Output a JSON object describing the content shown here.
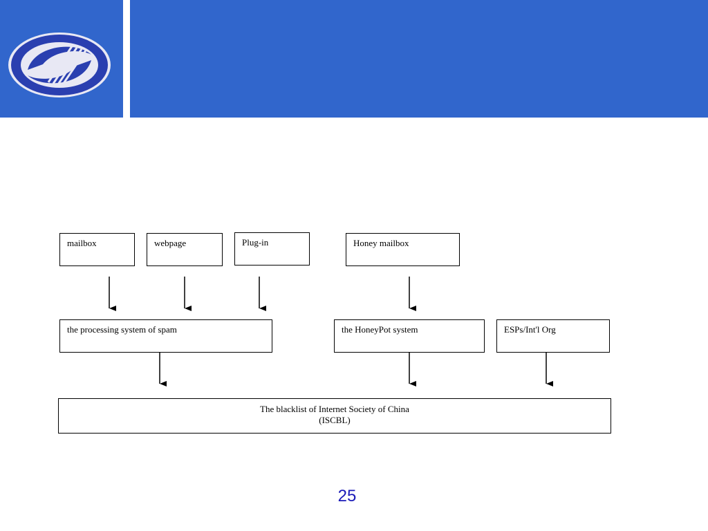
{
  "colors": {
    "header_blue": "#3166cc",
    "logo_ring": "#2a3fb0",
    "page_number": "#1a1ab8",
    "border": "#000000"
  },
  "header": {
    "logo_icon": "isc-logo-icon"
  },
  "diagram": {
    "sources": {
      "mailbox": "mailbox",
      "webpage": "webpage",
      "plugin": "Plug-in",
      "honey_mailbox": "Honey mailbox"
    },
    "systems": {
      "processing": "the processing system of spam",
      "honeypot": "the HoneyPot system",
      "esps": "ESPs/Int'l Org"
    },
    "blacklist": {
      "line1": "The blacklist of Internet Society of China",
      "line2": "(ISCBL)"
    }
  },
  "page": {
    "number": "25"
  }
}
